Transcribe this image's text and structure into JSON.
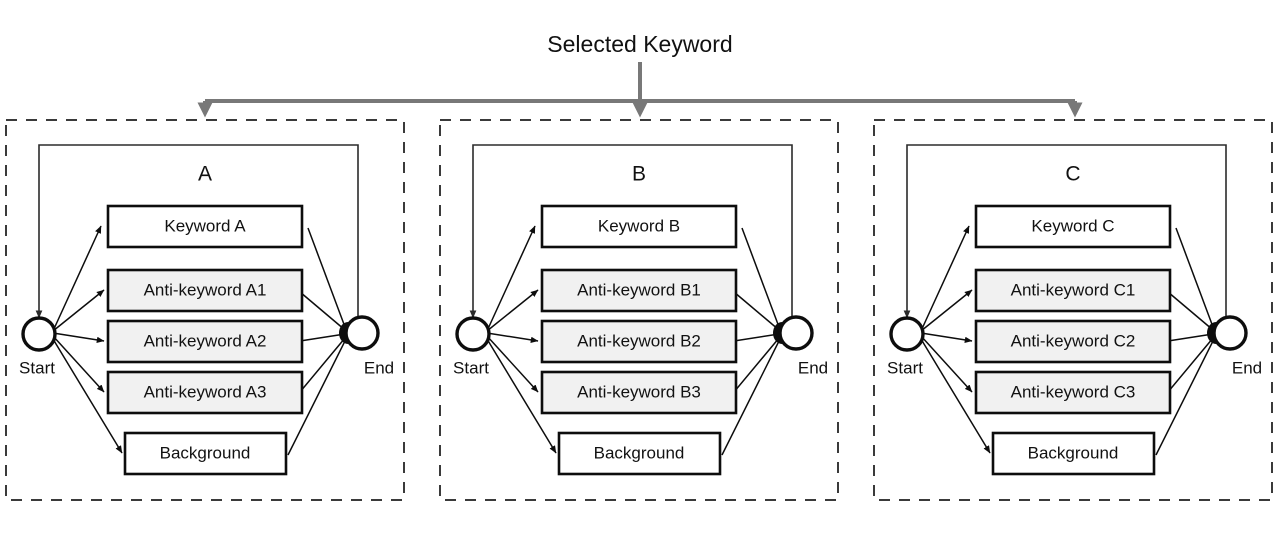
{
  "diagram": {
    "title": "Selected Keyword",
    "distributor": {
      "arrow_color": "#787878",
      "targets": [
        "A",
        "B",
        "C"
      ]
    },
    "node_labels": {
      "start": "Start",
      "end": "End"
    },
    "colors": {
      "keyword_box_fill": "#ffffff",
      "anti_keyword_box_fill": "#f1f1f1",
      "background_box_fill": "#ffffff",
      "box_stroke": "#0d0d0d",
      "panel_stroke": "#3a3a3a",
      "edge_stroke": "#0d0d0d"
    },
    "panels": [
      {
        "letter": "A",
        "start_label": "Start",
        "end_label": "End",
        "nodes": [
          {
            "label": "Keyword A",
            "style": "white"
          },
          {
            "label": "Anti-keyword A1",
            "style": "gray"
          },
          {
            "label": "Anti-keyword A2",
            "style": "gray"
          },
          {
            "label": "Anti-keyword A3",
            "style": "gray"
          },
          {
            "label": "Background",
            "style": "white"
          }
        ]
      },
      {
        "letter": "B",
        "start_label": "Start",
        "end_label": "End",
        "nodes": [
          {
            "label": "Keyword B",
            "style": "white"
          },
          {
            "label": "Anti-keyword B1",
            "style": "gray"
          },
          {
            "label": "Anti-keyword B2",
            "style": "gray"
          },
          {
            "label": "Anti-keyword B3",
            "style": "gray"
          },
          {
            "label": "Background",
            "style": "white"
          }
        ]
      },
      {
        "letter": "C",
        "start_label": "Start",
        "end_label": "End",
        "nodes": [
          {
            "label": "Keyword C",
            "style": "white"
          },
          {
            "label": "Anti-keyword C1",
            "style": "gray"
          },
          {
            "label": "Anti-keyword C2",
            "style": "gray"
          },
          {
            "label": "Anti-keyword C3",
            "style": "gray"
          },
          {
            "label": "Background",
            "style": "white"
          }
        ]
      }
    ]
  }
}
